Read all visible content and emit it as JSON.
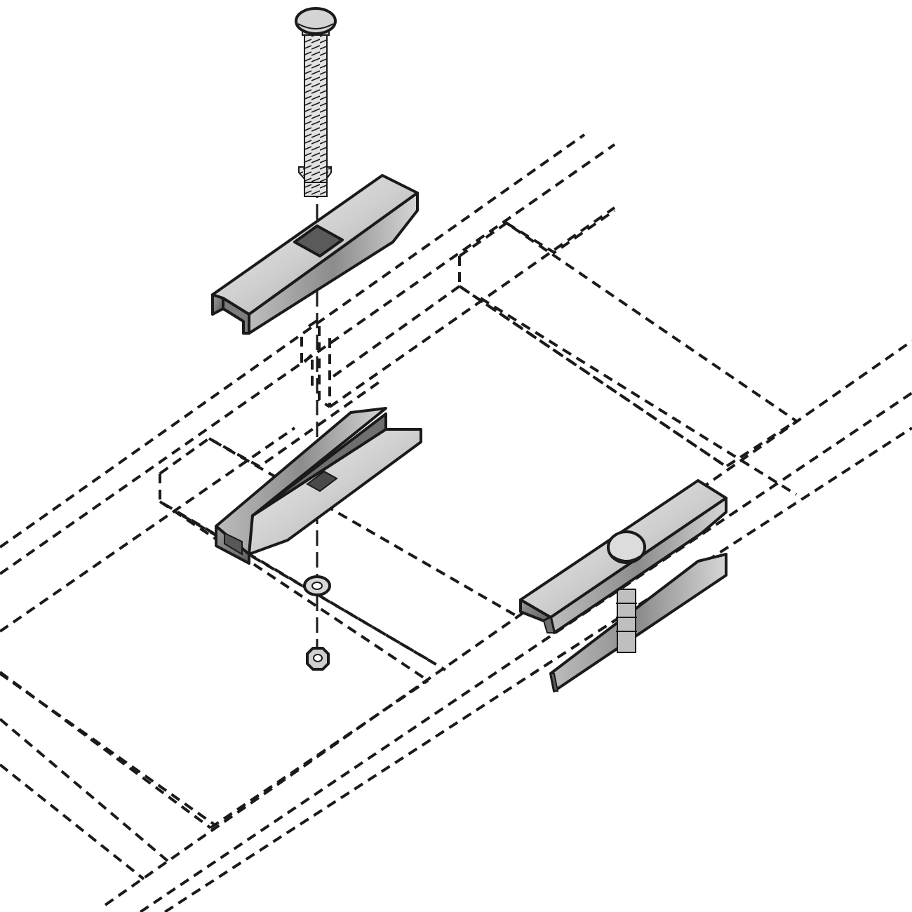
{
  "diagram": {
    "parts": [
      {
        "name": "carriage-bolt",
        "icon": "carriage-bolt-icon"
      },
      {
        "name": "upper-channel-clamp",
        "icon": "channel-clamp-icon"
      },
      {
        "name": "lower-channel-clamp",
        "icon": "channel-clamp-icon"
      },
      {
        "name": "lock-washer",
        "icon": "washer-icon"
      },
      {
        "name": "hex-nut",
        "icon": "hex-nut-icon"
      },
      {
        "name": "assembled-clamp",
        "icon": "assembled-clamp-icon"
      }
    ],
    "colors": {
      "line": "#1a1a1a",
      "metal_light": "#d9d9d9",
      "metal_mid": "#a8a8a8",
      "metal_dark": "#6e6e6e",
      "background": "#ffffff"
    }
  }
}
